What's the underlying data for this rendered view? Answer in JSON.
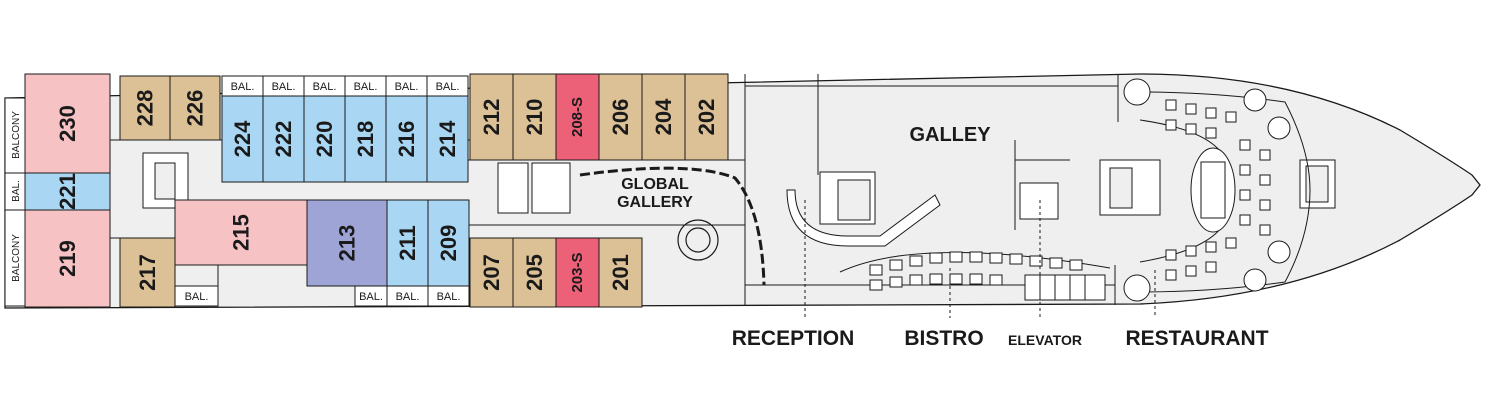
{
  "colors": {
    "hull_fill": "#efefef",
    "outline": "#1a1a1a",
    "tan": "#dcc196",
    "blue": "#a9d6f2",
    "pink": "#f6c2c4",
    "red": "#ec6177",
    "purple": "#9ea5d6",
    "white": "#ffffff",
    "text": "#1a1a1a"
  },
  "cabins": {
    "c230": "230",
    "c221": "221",
    "c219": "219",
    "c228": "228",
    "c226": "226",
    "c224": "224",
    "c222": "222",
    "c220": "220",
    "c218": "218",
    "c216": "216",
    "c214": "214",
    "c212": "212",
    "c210": "210",
    "c208s": "208-S",
    "c206": "206",
    "c204": "204",
    "c202": "202",
    "c217": "217",
    "c215": "215",
    "c213": "213",
    "c211": "211",
    "c209": "209",
    "c207": "207",
    "c205": "205",
    "c203s": "203-S",
    "c201": "201"
  },
  "balcony_labels": {
    "side": "BALCONY",
    "small": "BAL."
  },
  "areas": {
    "galley": "GALLEY",
    "gallery_line1": "GLOBAL",
    "gallery_line2": "GALLERY"
  },
  "callouts": {
    "reception": "RECEPTION",
    "bistro": "BISTRO",
    "elevator": "ELEVATOR",
    "restaurant": "RESTAURANT"
  }
}
